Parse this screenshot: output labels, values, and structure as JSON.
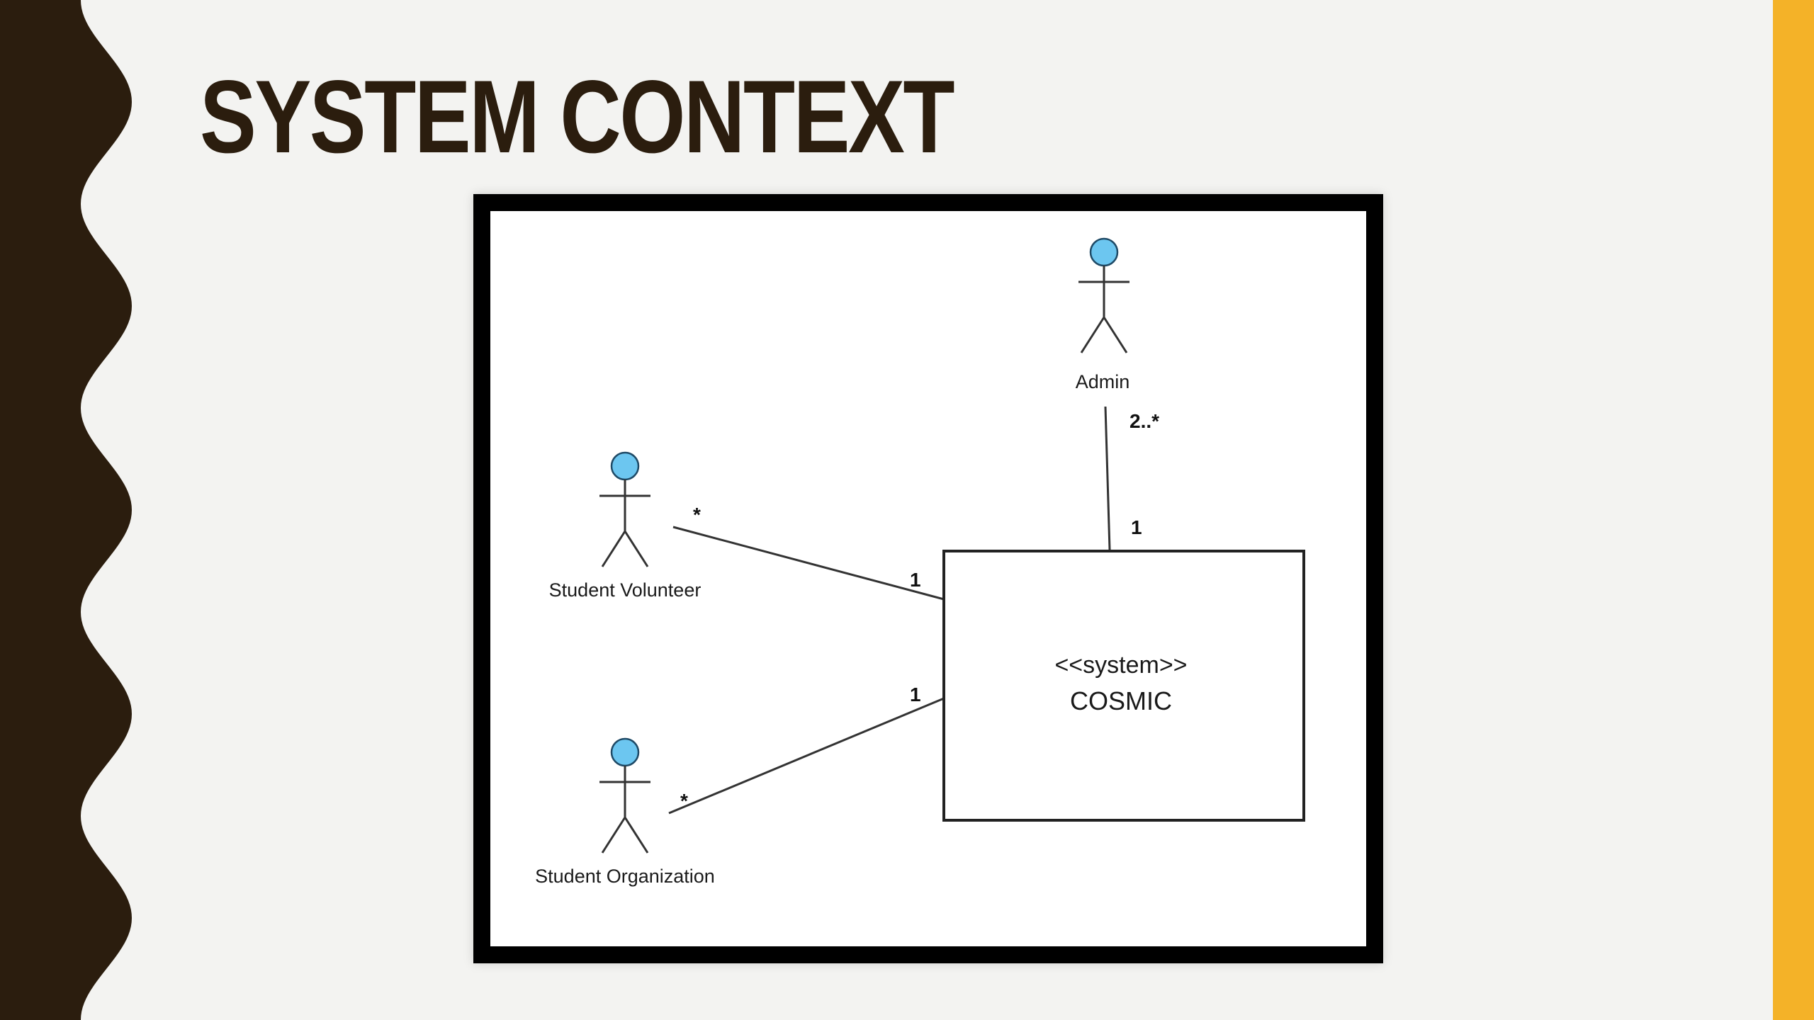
{
  "slide": {
    "title": "SYSTEM CONTEXT",
    "colors": {
      "left_band": "#2b1d0e",
      "right_band": "#f4b228",
      "background": "#f3f3f1",
      "actor_head": "#6cc6f0"
    }
  },
  "diagram": {
    "actors": [
      {
        "label": "Admin"
      },
      {
        "label": "Student Volunteer"
      },
      {
        "label": "Student Organization"
      }
    ],
    "system": {
      "stereotype": "<<system>>",
      "name": "COSMIC"
    },
    "associations": [
      {
        "actor": "Admin",
        "actor_end": "2..*",
        "system_end": "1"
      },
      {
        "actor": "Student Volunteer",
        "actor_end": "*",
        "system_end": "1"
      },
      {
        "actor": "Student Organization",
        "actor_end": "*",
        "system_end": "1"
      }
    ]
  }
}
